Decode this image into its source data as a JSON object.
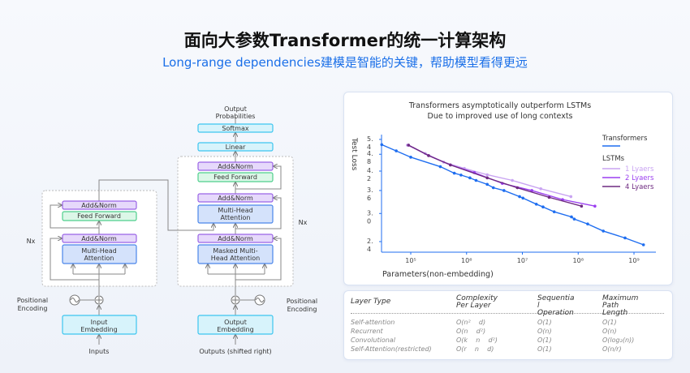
{
  "header": {
    "title": "面向大参数Transformer的统一计算架构",
    "subtitle": "Long-range dependencies建模是智能的关键，帮助模型看得更远"
  },
  "diagram": {
    "output_probabilities": [
      "Output",
      "Probabilities"
    ],
    "softmax": "Softmax",
    "linear": "Linear",
    "add_norm": "Add&Norm",
    "feed_forward": "Feed Forward",
    "multi_head": [
      "Multi-Head",
      "Attention"
    ],
    "masked_multi_head": [
      "Masked Multi-",
      "Head Attention"
    ],
    "nx": "Nx",
    "positional_encoding": [
      "Positional",
      "Encoding"
    ],
    "input_embedding": [
      "Input",
      "Embedding"
    ],
    "output_embedding": [
      "Output",
      "Embedding"
    ],
    "inputs": "Inputs",
    "outputs": "Outputs (shifted right)"
  },
  "chart_data": {
    "type": "line",
    "title": [
      "Transformers asymptotically  outperform LSTMs",
      "Due to improved use of long contexts"
    ],
    "xlabel": "Parameters(non-embedding)",
    "ylabel": "Test Loss",
    "xscale": "log",
    "xlim_log10": [
      4.48,
      9.5
    ],
    "yscale": "log",
    "ylim": [
      2.25,
      5.6
    ],
    "xticks": [
      {
        "log10": 5,
        "label": "10⁵"
      },
      {
        "log10": 6,
        "label": "10⁶"
      },
      {
        "log10": 7,
        "label": "10⁷"
      },
      {
        "log10": 8,
        "label": "10⁸"
      },
      {
        "log10": 9,
        "label": "10⁹"
      }
    ],
    "yticks": [
      {
        "value": 5.4,
        "label": [
          "5.",
          "4"
        ]
      },
      {
        "value": 4.8,
        "label": [
          "4.",
          "8"
        ]
      },
      {
        "value": 4.2,
        "label": [
          "4.",
          "2"
        ]
      },
      {
        "value": 3.6,
        "label": [
          "3.",
          "6"
        ]
      },
      {
        "value": 3.0,
        "label": [
          "3.",
          "0"
        ]
      },
      {
        "value": 2.4,
        "label": [
          "2.",
          "4"
        ]
      }
    ],
    "legend": {
      "position": "top-right",
      "group1": "Transformers",
      "group2": "LSTMs"
    },
    "series": [
      {
        "name": "Transformers",
        "color": "#1f6ef0",
        "log10_x": [
          4.48,
          4.74,
          5.0,
          5.53,
          5.78,
          5.9,
          6.06,
          6.17,
          6.37,
          6.48,
          6.67,
          6.95,
          7.01,
          7.25,
          7.37,
          7.57,
          7.88,
          7.93,
          8.17,
          8.45,
          8.84,
          9.17
        ],
        "y": [
          5.18,
          4.93,
          4.69,
          4.35,
          4.13,
          4.07,
          3.98,
          3.9,
          3.78,
          3.68,
          3.6,
          3.43,
          3.39,
          3.23,
          3.16,
          3.04,
          2.92,
          2.87,
          2.76,
          2.61,
          2.47,
          2.34
        ]
      },
      {
        "name": "1 Lyaers",
        "color": "#c9a4f2",
        "log10_x": [
          4.94,
          5.26,
          5.59,
          5.96,
          6.37,
          6.82,
          7.33,
          7.87
        ],
        "y": [
          5.16,
          4.83,
          4.51,
          4.29,
          4.08,
          3.9,
          3.65,
          3.43
        ]
      },
      {
        "name": "2 Lyaers",
        "color": "#9b3ff0",
        "log10_x": [
          4.96,
          5.32,
          5.71,
          6.14,
          6.64,
          7.17,
          7.72,
          8.3
        ],
        "y": [
          5.16,
          4.75,
          4.41,
          4.15,
          3.81,
          3.6,
          3.35,
          3.18
        ]
      },
      {
        "name": "4 Lyaers",
        "color": "#6e2a80",
        "log10_x": [
          4.96,
          5.32,
          5.71,
          6.37,
          6.91,
          7.48,
          8.06
        ],
        "y": [
          5.16,
          4.75,
          4.41,
          3.98,
          3.68,
          3.41,
          3.18
        ]
      }
    ]
  },
  "table": {
    "headers": [
      [
        "Layer Type"
      ],
      [
        "Complexity",
        "Per Layer"
      ],
      [
        "Sequentia",
        "l",
        "Operation"
      ],
      [
        "Maximum",
        "Path",
        "Length"
      ]
    ],
    "rows": [
      [
        "Self-attention",
        "O(n²    d)",
        "O(1)",
        "O(1)"
      ],
      [
        "Recurrent",
        "O(n    d²)",
        "O(n)",
        "O(n)"
      ],
      [
        "Convolutional",
        "O(k    n    d²)",
        "O(1)",
        "O(log₂(n))"
      ],
      [
        "Self-Attention(restricted)",
        "O(r    n    d)",
        "O(1)",
        "O(n/r)"
      ]
    ]
  }
}
